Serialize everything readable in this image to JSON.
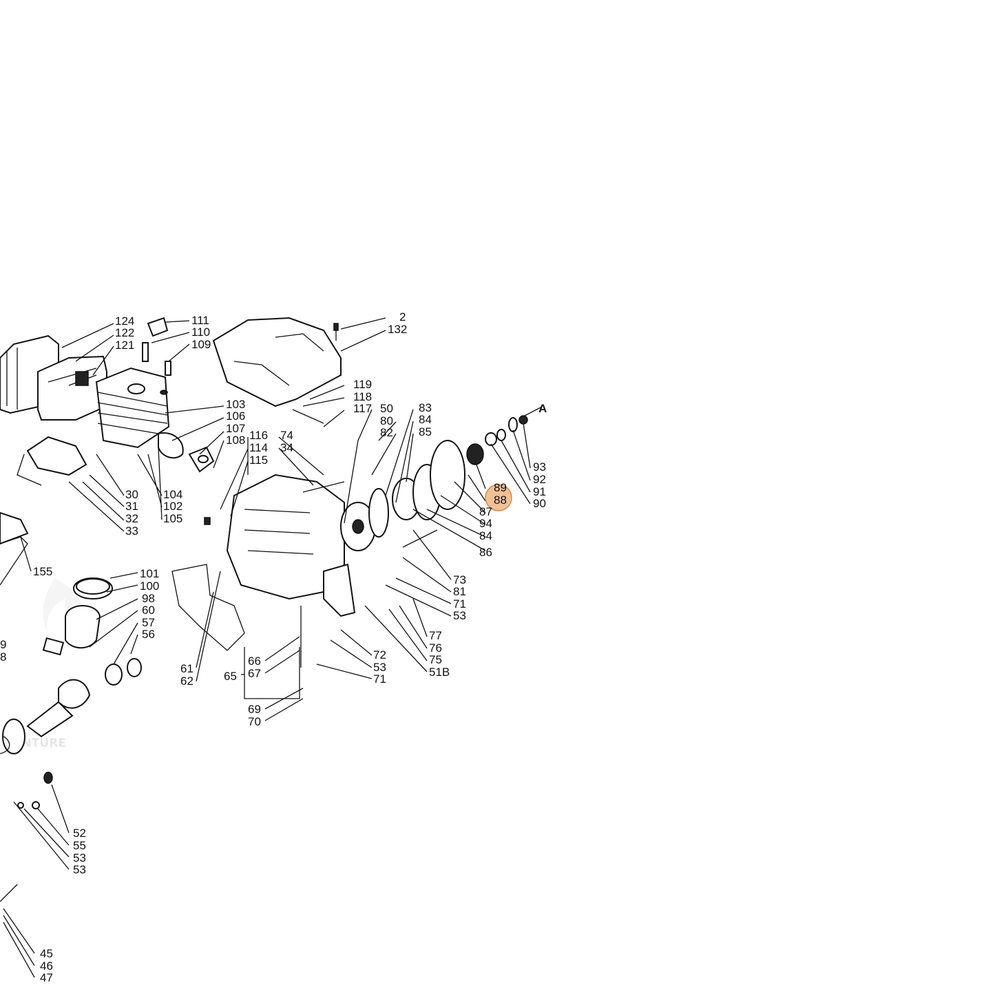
{
  "diagram": {
    "watermark_text": "ENTURE",
    "highlight_color": "#e8a063",
    "highlighted_callout": "88",
    "arrow_label": "A",
    "callouts": [
      "124",
      "122",
      "121",
      "111",
      "110",
      "109",
      "2",
      "132",
      "103",
      "106",
      "107",
      "108",
      "119",
      "118",
      "117",
      "50",
      "80",
      "82",
      "83",
      "84",
      "85",
      "116",
      "74",
      "34",
      "114",
      "115",
      "30",
      "31",
      "32",
      "33",
      "104",
      "102",
      "105",
      "93",
      "92",
      "91",
      "90",
      "89",
      "88",
      "87",
      "94",
      "84",
      "86",
      "155",
      "101",
      "100",
      "98",
      "60",
      "57",
      "56",
      "73",
      "81",
      "71",
      "53",
      "77",
      "76",
      "75",
      "51B",
      "72",
      "53",
      "71",
      "66",
      "67",
      "65",
      "61",
      "62",
      "69",
      "70",
      "52",
      "55",
      "53",
      "53",
      "45",
      "46",
      "47",
      "9",
      "8"
    ]
  }
}
